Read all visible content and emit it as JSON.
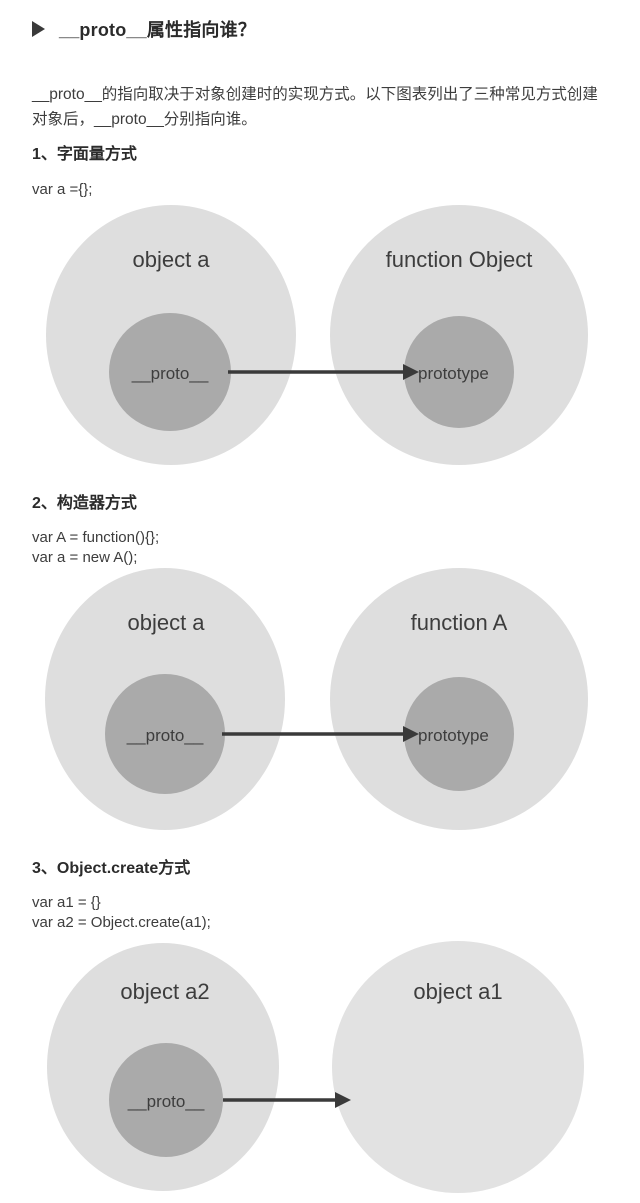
{
  "heading": {
    "bullet_icon": "triangle-right-icon",
    "text": "__proto__属性指向谁？"
  },
  "intro": {
    "text": "__proto__的指向取决于对象创建时的实现方式。以下图表列出了三种常见方式创建对象后，__proto__分别指向谁。"
  },
  "colors": {
    "background": "#ffffff",
    "outer_circle": "#dedede",
    "inner_circle": "#aaaaaa",
    "text": "#3d3d3d",
    "heading": "#2b2b2b",
    "arrow": "#3a3a3a"
  },
  "sections": [
    {
      "header": "1、字面量方式",
      "code": "var a ={};",
      "diagram": {
        "left": {
          "outer_label": "object  a",
          "inner_label": "__proto__",
          "has_inner": true
        },
        "right": {
          "outer_label": "function  Object",
          "inner_label": "prototype",
          "has_inner": true
        },
        "arrow": {
          "from": "__proto__",
          "to": "prototype",
          "style": "solid-arrow-right"
        }
      }
    },
    {
      "header": "2、构造器方式",
      "code": "var A = function(){};\nvar a = new A();",
      "diagram": {
        "left": {
          "outer_label": "object  a",
          "inner_label": "__proto__",
          "has_inner": true
        },
        "right": {
          "outer_label": "function  A",
          "inner_label": "prototype",
          "has_inner": true
        },
        "arrow": {
          "from": "__proto__",
          "to": "prototype",
          "style": "solid-arrow-right"
        }
      }
    },
    {
      "header": "3、Object.create方式",
      "code": "var a1 = {}\nvar a2 = Object.create(a1);",
      "diagram": {
        "left": {
          "outer_label": "object  a2",
          "inner_label": "__proto__",
          "has_inner": true
        },
        "right": {
          "outer_label": "object  a1",
          "inner_label": "",
          "has_inner": false
        },
        "arrow": {
          "from": "__proto__",
          "to": "object  a1",
          "style": "solid-arrow-right"
        }
      }
    }
  ]
}
